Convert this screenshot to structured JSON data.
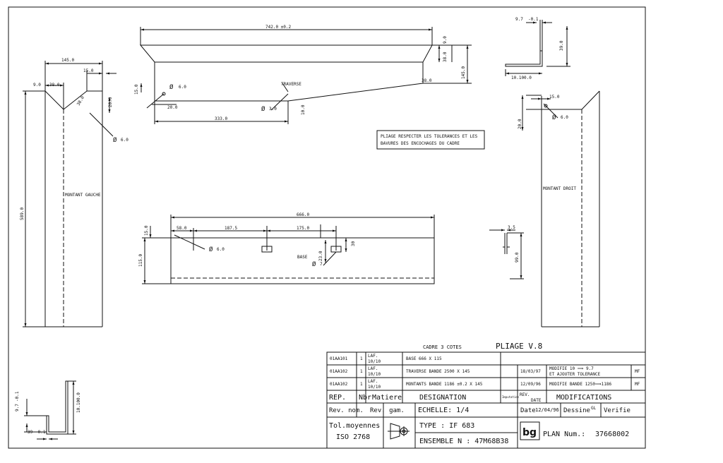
{
  "drawing": {
    "top": {
      "dim_length": "742.0 ±0.2",
      "dim_height": "145.0",
      "dim_9": "9.0",
      "dim_38_top": "38.0",
      "dim_38_right": "38.0",
      "dim_15": "15.0",
      "dim_20": "20.0",
      "dim_333": "333.0",
      "dim_10": "10.0",
      "hole_6": "6.0",
      "hole_3": "3.0",
      "traverse": "TRAVERSE"
    },
    "left": {
      "dim_145": "145.0",
      "dim_15": "15.0",
      "dim_9": "9.0",
      "dim_38a": "38.0",
      "dim_38b": "38.0",
      "dim_20": "20.0",
      "dim_589": "589.0",
      "hole_6": "6.0",
      "label": "MONTANT GAUCHE"
    },
    "right": {
      "dim_15": "15.0",
      "dim_20": "20.0",
      "hole_6": "6.0",
      "label": "MONTANT DROIT"
    },
    "profile_tr": {
      "dim_9_7": "9.7",
      "dim_tol": "-0.1",
      "dim_39": "39.0",
      "dim_10": "10.100.0"
    },
    "note": [
      "PLIAGE RESPECTER LES TOLERANCES ET LES",
      "BAVURES DES ENCOCHAGES DU CADRE"
    ],
    "base": {
      "dim_666": "666.0",
      "dim_58": "58.0",
      "dim_187": "187.5",
      "dim_175": "175.0",
      "dim_15": "15.0",
      "dim_115": "115.0",
      "dim_23": "23.0",
      "dim_30": "30",
      "hole_6": "6.0",
      "hole_7": "7",
      "label": "BASE"
    },
    "small_profile": {
      "dim_3_5": "3.5",
      "dim_99": "99.0"
    },
    "profile_bl": {
      "dim_9_7": "9.7",
      "dim_tol": "-0.1",
      "dim_10": "10.100.0",
      "dim_39": "39",
      "dim_tol2": "-0.1"
    }
  },
  "title_block": {
    "cadre": "CADRE 3 COTES",
    "pliage": "PLIAGE V.8",
    "rows": [
      {
        "ref": "01AA101",
        "nbr": "1",
        "mat1": "LAF.",
        "mat2": "10/10",
        "desig": "BASE 666 X 115",
        "date": "",
        "modif1": "",
        "modif2": "",
        "vis": ""
      },
      {
        "ref": "01AA102",
        "nbr": "1",
        "mat1": "LAF.",
        "mat2": "10/10",
        "desig": "TRAVERSE   BANDE 2500 X 145",
        "date": "18/03/97",
        "modif1": "MODIFIE 10 ⟹ 9.7",
        "modif2": "ET AJOUTER TOLERANCE",
        "vis": "MF"
      },
      {
        "ref": "01AA102",
        "nbr": "1",
        "mat1": "LAF.",
        "mat2": "10/10",
        "desig": "MONTANTS   BANDE 1186 ±0.2  X 145",
        "date": "12/09/96",
        "modif1": "MODIFIE BANDE 1250⟹1186",
        "modif2": "",
        "vis": "MF"
      }
    ],
    "ref_hdr": "REP.",
    "nbr_hdr": "Nbr",
    "mat_hdr": "Matiere",
    "desig_hdr": "DESIGNATION",
    "visa_hdr": "Imputation",
    "rev_hdr": "REV.",
    "date_hdr": "DATE",
    "modif_hdr": "MODIFICATIONS",
    "rev_nom": "Rev. nom.",
    "rev_gam": "Rev. gam.",
    "echelle": "ECHELLE: 1/4",
    "date_label": "Date",
    "date_val": "12/04/96",
    "dessine": "Dessine",
    "dessine_val": "GL",
    "verifie": "Verifie",
    "tol1": "Tol.moyennes",
    "tol2": "ISO 2768",
    "type": "TYPE : IF 683",
    "ensemble": "ENSEMBLE N : 47M68B38",
    "logo": "bg",
    "plan_label": "PLAN Num.:",
    "plan_num": "37668002"
  }
}
